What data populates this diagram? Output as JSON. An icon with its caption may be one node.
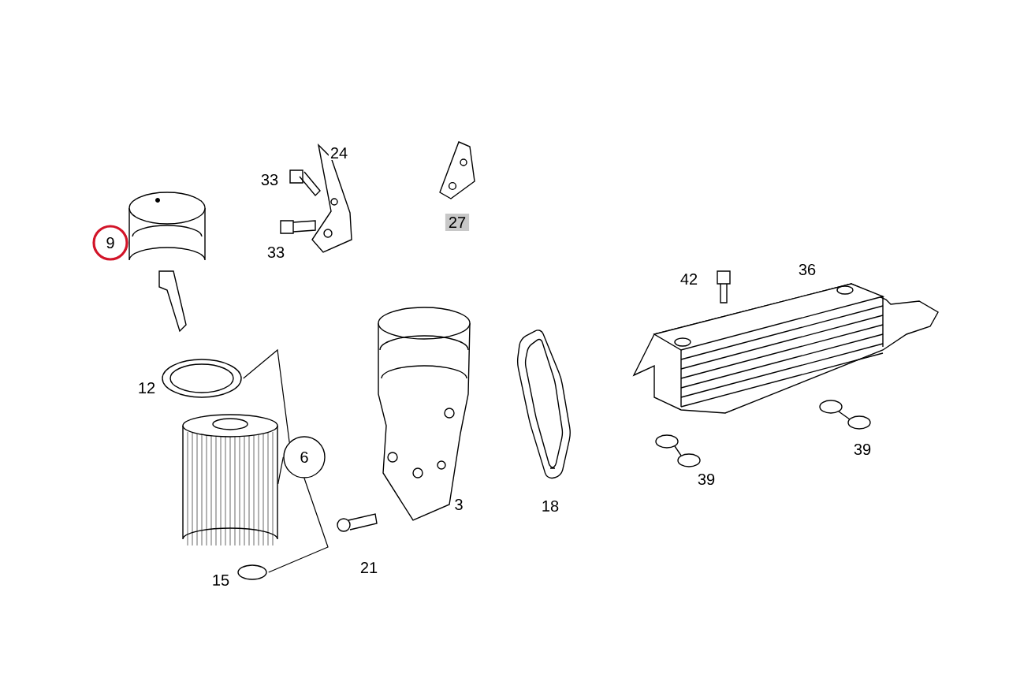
{
  "diagram": {
    "nodes": [
      {
        "text": [
          "9"
        ]
      },
      {
        "text": [
          "6"
        ]
      },
      {
        "text": [],
        "shape": "picture"
      },
      {
        "text": [],
        "shape": "picture"
      },
      {
        "text": [],
        "shape": "circle"
      }
    ],
    "edges": [
      {
        "from": 1,
        "to": 2,
        "arrow": "none"
      },
      {
        "from": 1,
        "to": 3,
        "arrow": "none"
      },
      {
        "from": 1,
        "to": 4,
        "arrow": "none"
      }
    ],
    "labels": [
      "24",
      "33",
      "33",
      "27",
      "42",
      "36",
      "12",
      "3",
      "18",
      "39",
      "39",
      "15",
      "21"
    ]
  }
}
